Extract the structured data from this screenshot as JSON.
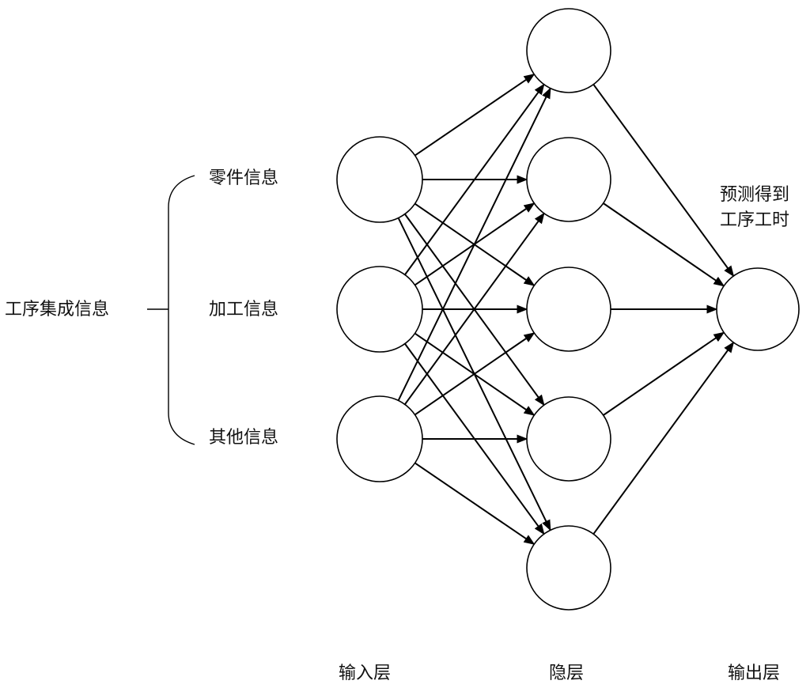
{
  "source_label": "工序集成信息",
  "inputs": {
    "part": "零件信息",
    "process": "加工信息",
    "other": "其他信息"
  },
  "output_label_line1": "预测得到",
  "output_label_line2": "工序工时",
  "layers": {
    "input": "输入层",
    "hidden": "隐层",
    "output": "输出层"
  },
  "network": {
    "input_nodes": 3,
    "hidden_nodes": 5,
    "output_nodes": 1
  }
}
